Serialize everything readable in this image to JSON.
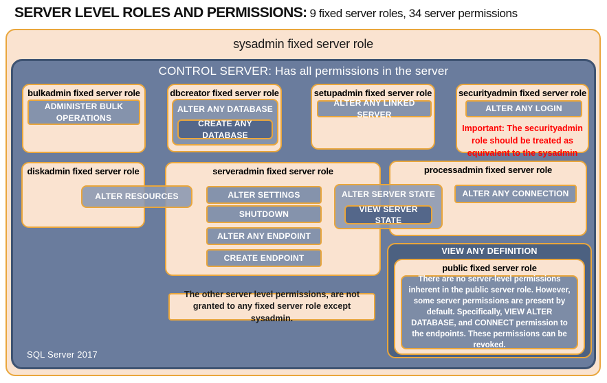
{
  "page": {
    "title_bold": "SERVER LEVEL ROLES AND PERMISSIONS:",
    "title_rest": "9 fixed server roles, 34 server permissions"
  },
  "sysadmin": {
    "label": "sysadmin fixed server role"
  },
  "control": {
    "header": "CONTROL SERVER: Has all permissions in the server",
    "footer": "SQL Server 2017"
  },
  "roles": {
    "bulkadmin": {
      "title": "bulkadmin fixed server role",
      "permission": "ADMINISTER BULK OPERATIONS"
    },
    "dbcreator": {
      "title": "dbcreator fixed server role",
      "permission_outer": "ALTER ANY DATABASE",
      "permission_inner": "CREATE ANY DATABASE"
    },
    "setupadmin": {
      "title": "setupadmin fixed server role",
      "permission": "ALTER ANY LINKED SERVER"
    },
    "securityadmin": {
      "title": "securityadmin fixed server role",
      "permission": "ALTER ANY LOGIN",
      "warning": "Important: The securityadmin role should be treated as equivalent to the sysadmin role."
    },
    "diskadmin": {
      "title": "diskadmin fixed server role",
      "permission": "ALTER RESOURCES"
    },
    "serveradmin": {
      "title": "serveradmin fixed server role",
      "permissions": [
        "ALTER SETTINGS",
        "SHUTDOWN",
        "ALTER ANY ENDPOINT",
        "CREATE ENDPOINT"
      ],
      "permission_outer": "ALTER SERVER STATE",
      "permission_inner": "VIEW SERVER STATE"
    },
    "processadmin": {
      "title": "processadmin fixed server role",
      "permission": "ALTER ANY CONNECTION"
    },
    "public": {
      "container_permission": "VIEW ANY DEFINITION",
      "title": "public fixed server role",
      "description": "There are no server-level permissions inherent in the public server role. However, some server permissions are present by default. Specifically, VIEW ALTER DATABASE, and CONNECT permission to the endpoints. These permissions can be revoked."
    }
  },
  "note": "The other server level permissions, are not granted to any fixed server role except sysadmin.",
  "colors": {
    "peach": "#FAE3D0",
    "orange_border": "#E9A63C",
    "control_blue": "#6A7C9D",
    "control_border": "#3E5372",
    "chip_blue": "#8593AC",
    "chip_dark": "#54678A",
    "definition_blue": "#4C6181",
    "description_chip": "#7D8CA6",
    "warning_red": "#FF0000"
  }
}
